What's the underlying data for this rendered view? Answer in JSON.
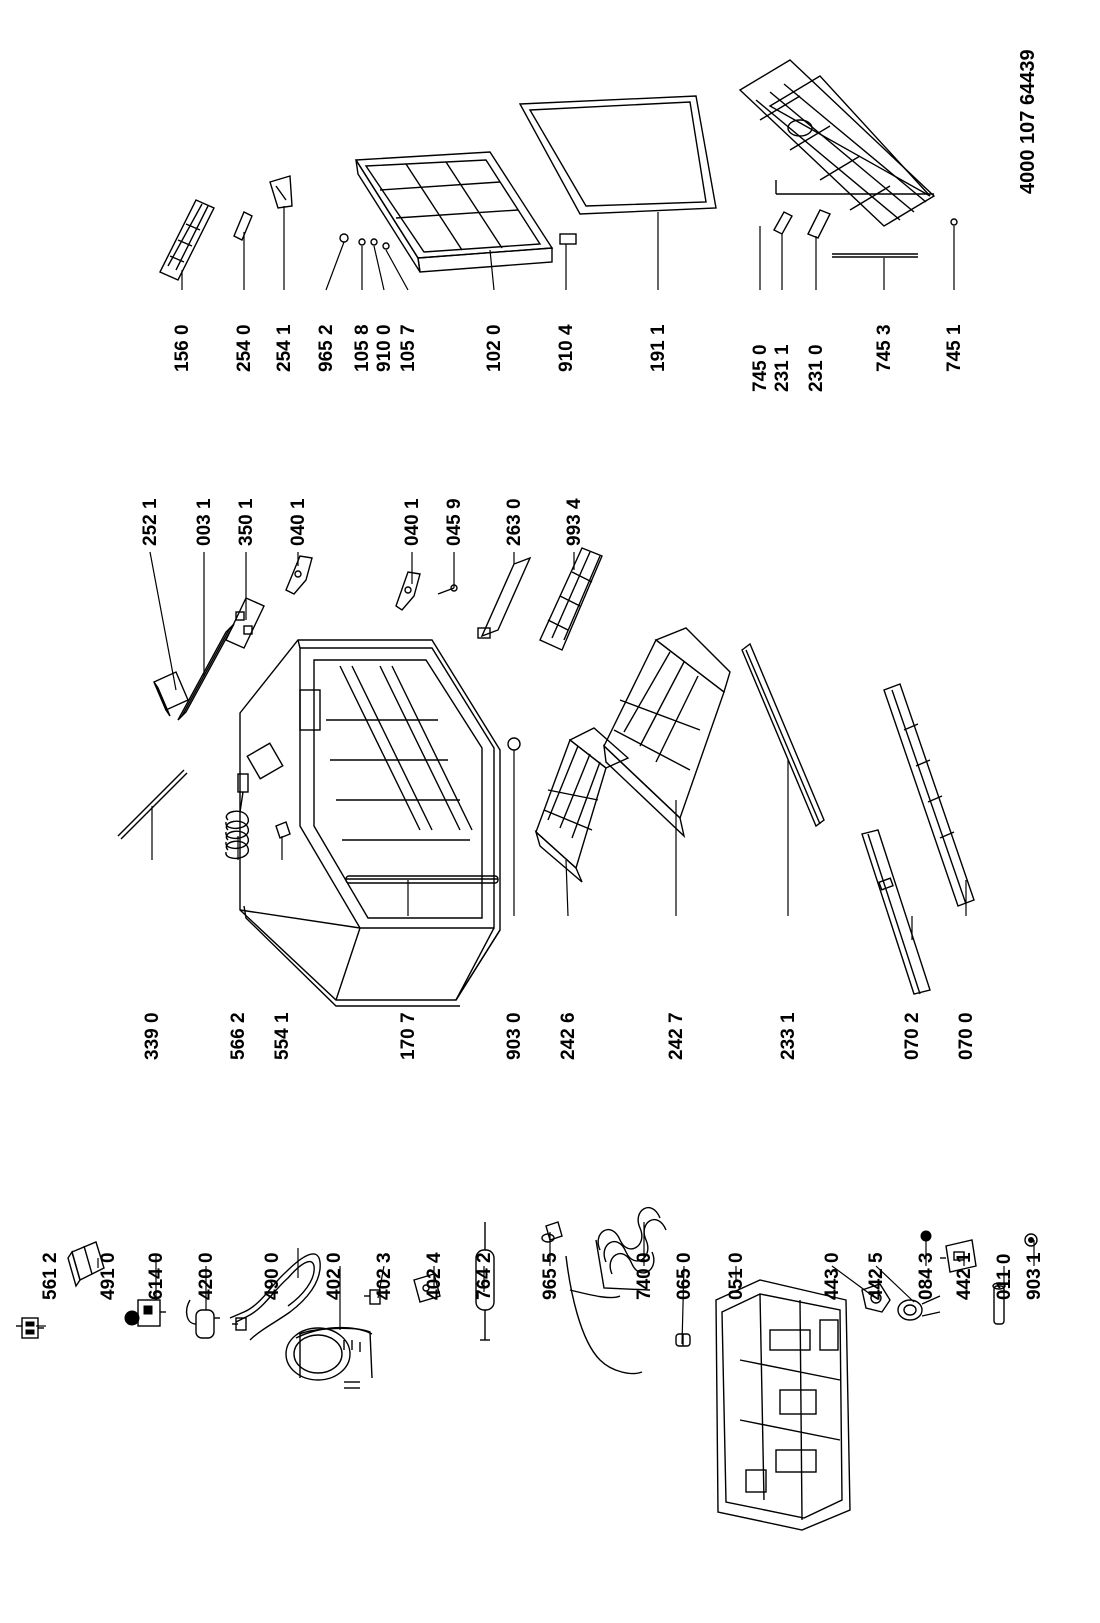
{
  "document_number": "4000 107 64439",
  "parts": [
    {
      "id": "p5612",
      "label": "561 2"
    },
    {
      "id": "p4910",
      "label": "491 0"
    },
    {
      "id": "p6140",
      "label": "614 0"
    },
    {
      "id": "p4200",
      "label": "420 0"
    },
    {
      "id": "p4900",
      "label": "490 0"
    },
    {
      "id": "p4020",
      "label": "402 0"
    },
    {
      "id": "p4023",
      "label": "402 3"
    },
    {
      "id": "p4024",
      "label": "402 4"
    },
    {
      "id": "p7642",
      "label": "764 2"
    },
    {
      "id": "p9655",
      "label": "965 5"
    },
    {
      "id": "p7400",
      "label": "740 0"
    },
    {
      "id": "p0650",
      "label": "065 0"
    },
    {
      "id": "p0510",
      "label": "051 0"
    },
    {
      "id": "p4430",
      "label": "443 0"
    },
    {
      "id": "p4425",
      "label": "442 5"
    },
    {
      "id": "p0843",
      "label": "084 3"
    },
    {
      "id": "p4421",
      "label": "442 1"
    },
    {
      "id": "p0110",
      "label": "011 0"
    },
    {
      "id": "p9031",
      "label": "903 1"
    },
    {
      "id": "p3390",
      "label": "339 0"
    },
    {
      "id": "p5662",
      "label": "566 2"
    },
    {
      "id": "p5541",
      "label": "554 1"
    },
    {
      "id": "p1707",
      "label": "170 7"
    },
    {
      "id": "p9030",
      "label": "903 0"
    },
    {
      "id": "p2426",
      "label": "242 6"
    },
    {
      "id": "p2427",
      "label": "242 7"
    },
    {
      "id": "p2331",
      "label": "233 1"
    },
    {
      "id": "p0702",
      "label": "070 2"
    },
    {
      "id": "p0700",
      "label": "070 0"
    },
    {
      "id": "p2521",
      "label": "252 1"
    },
    {
      "id": "p0031",
      "label": "003 1"
    },
    {
      "id": "p3501",
      "label": "350 1"
    },
    {
      "id": "p0401a",
      "label": "040 1"
    },
    {
      "id": "p0401b",
      "label": "040 1"
    },
    {
      "id": "p0459",
      "label": "045 9"
    },
    {
      "id": "p2630",
      "label": "263 0"
    },
    {
      "id": "p9934",
      "label": "993 4"
    },
    {
      "id": "p1560",
      "label": "156 0"
    },
    {
      "id": "p2540",
      "label": "254 0"
    },
    {
      "id": "p2541",
      "label": "254 1"
    },
    {
      "id": "p9652",
      "label": "965 2"
    },
    {
      "id": "p1058",
      "label": "105 8"
    },
    {
      "id": "p9100",
      "label": "910 0"
    },
    {
      "id": "p1057",
      "label": "105 7"
    },
    {
      "id": "p1020",
      "label": "102 0"
    },
    {
      "id": "p9104",
      "label": "910 4"
    },
    {
      "id": "p1911",
      "label": "191 1"
    },
    {
      "id": "p7450",
      "label": "745 0"
    },
    {
      "id": "p2311",
      "label": "231 1"
    },
    {
      "id": "p2310",
      "label": "231 0"
    },
    {
      "id": "p7453",
      "label": "745 3"
    },
    {
      "id": "p7451",
      "label": "745 1"
    }
  ]
}
